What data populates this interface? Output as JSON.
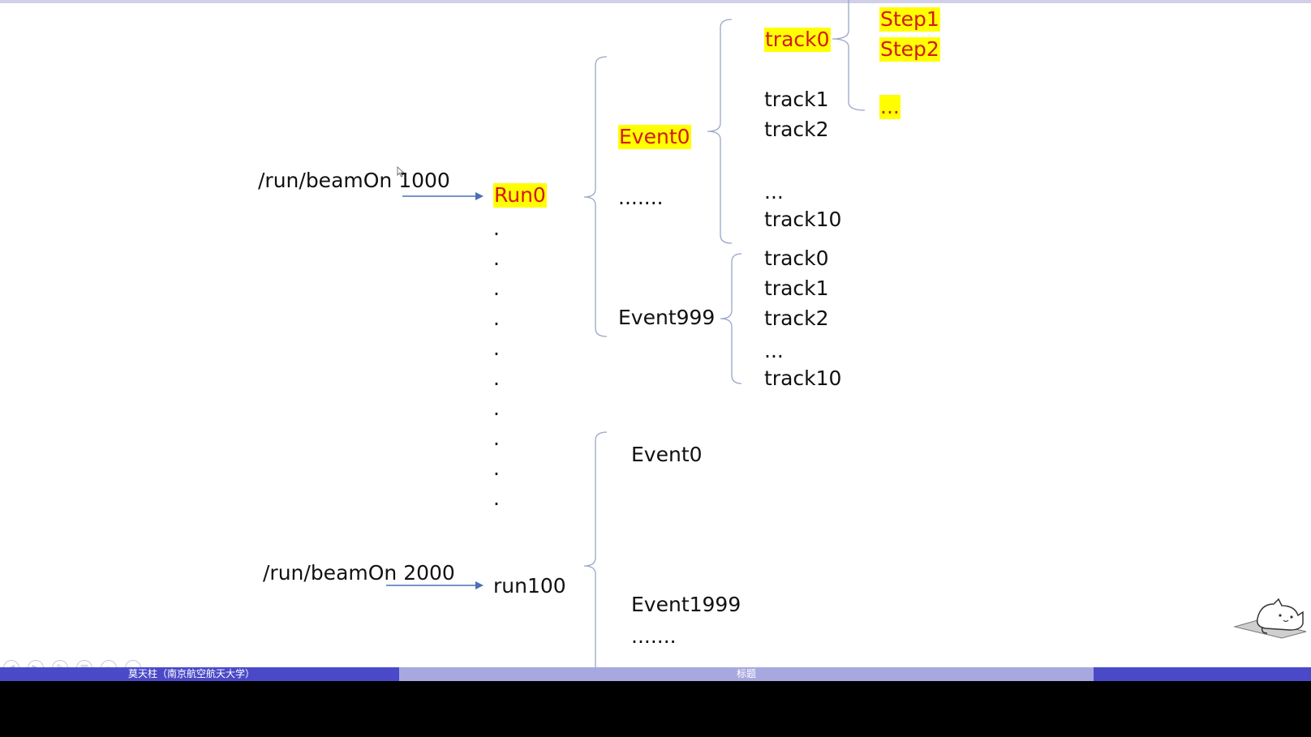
{
  "diagram": {
    "commands": {
      "cmd1": "/run/beamOn 1000",
      "cmd2": "/run/beamOn 2000"
    },
    "runs": {
      "run0": "Run0",
      "run100": "run100"
    },
    "events": {
      "run0_event0": "Event0",
      "run0_dots": ".......",
      "run0_event999": "Event999",
      "run100_event0": "Event0",
      "run100_event1999": "Event1999",
      "run100_dots": "......."
    },
    "tracks_event0": {
      "track0": "track0",
      "track1": "track1",
      "track2": "track2",
      "ellipsis": "...",
      "track10": "track10"
    },
    "tracks_event999": {
      "track0": "track0",
      "track1": "track1",
      "track2": "track2",
      "ellipsis": "...",
      "track10": "track10"
    },
    "steps": {
      "step1": "Step1",
      "step2": "Step2",
      "ellipsis": "..."
    }
  },
  "footer": {
    "author": "莫天柱（南京航空航天大学）",
    "title": "标题"
  },
  "colors": {
    "highlight_bg": "#ffff00",
    "highlight_text": "#d21a1a",
    "arrow": "#4a6fb5",
    "footer_dark": "#4a4ac8",
    "footer_light": "#a8a8e0"
  }
}
